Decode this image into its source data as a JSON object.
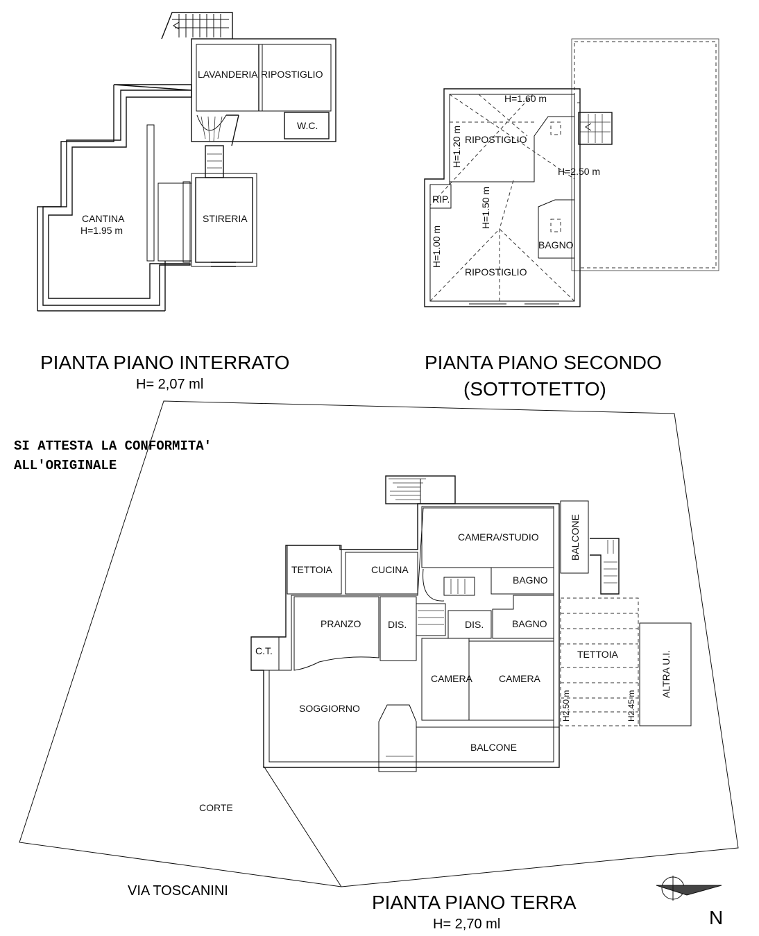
{
  "certification": {
    "line1": "SI ATTESTA LA CONFORMITA'",
    "line2": "ALL'ORIGINALE"
  },
  "plans": {
    "basement": {
      "title": "PIANTA PIANO INTERRATO",
      "height": "H= 2,07 ml",
      "rooms": {
        "lavanderia": "LAVANDERIA",
        "ripostiglio": "RIPOSTIGLIO",
        "wc": "W.C.",
        "cantina": "CANTINA",
        "cantina_height": "H=1.95 m",
        "stireria": "STIRERIA"
      }
    },
    "second": {
      "title": "PIANTA PIANO SECONDO",
      "subtitle": "(SOTTOTETTO)",
      "rooms": {
        "ripostiglio_top": "RIPOSTIGLIO",
        "rip": "RIP.",
        "bagno": "BAGNO",
        "ripostiglio_bottom": "RIPOSTIGLIO"
      },
      "heights": {
        "h160": "H=1.60 m",
        "h120": "H=1.20 m",
        "h250": "H=2.50 m",
        "h150": "H=1.50 m",
        "h100": "H=1.00 m"
      }
    },
    "ground": {
      "title": "PIANTA PIANO TERRA",
      "height": "H= 2,70 ml",
      "rooms": {
        "camera_studio": "CAMERA/STUDIO",
        "balcone_side": "BALCONE",
        "tettoia_left": "TETTOIA",
        "cucina": "CUCINA",
        "bagno_1": "BAGNO",
        "pranzo": "PRANZO",
        "dis_1": "DIS.",
        "dis_2": "DIS.",
        "bagno_2": "BAGNO",
        "ct": "C.T.",
        "tettoia_right": "TETTOIA",
        "altra_ui": "ALTRA U.I.",
        "camera_1": "CAMERA",
        "camera_2": "CAMERA",
        "soggiorno": "SOGGIORNO",
        "balcone_bottom": "BALCONE",
        "corte": "CORTE"
      },
      "heights": {
        "h250": "H2.50 m",
        "h245": "H2.45 m"
      }
    }
  },
  "street": "VIA TOSCANINI",
  "north": "N"
}
